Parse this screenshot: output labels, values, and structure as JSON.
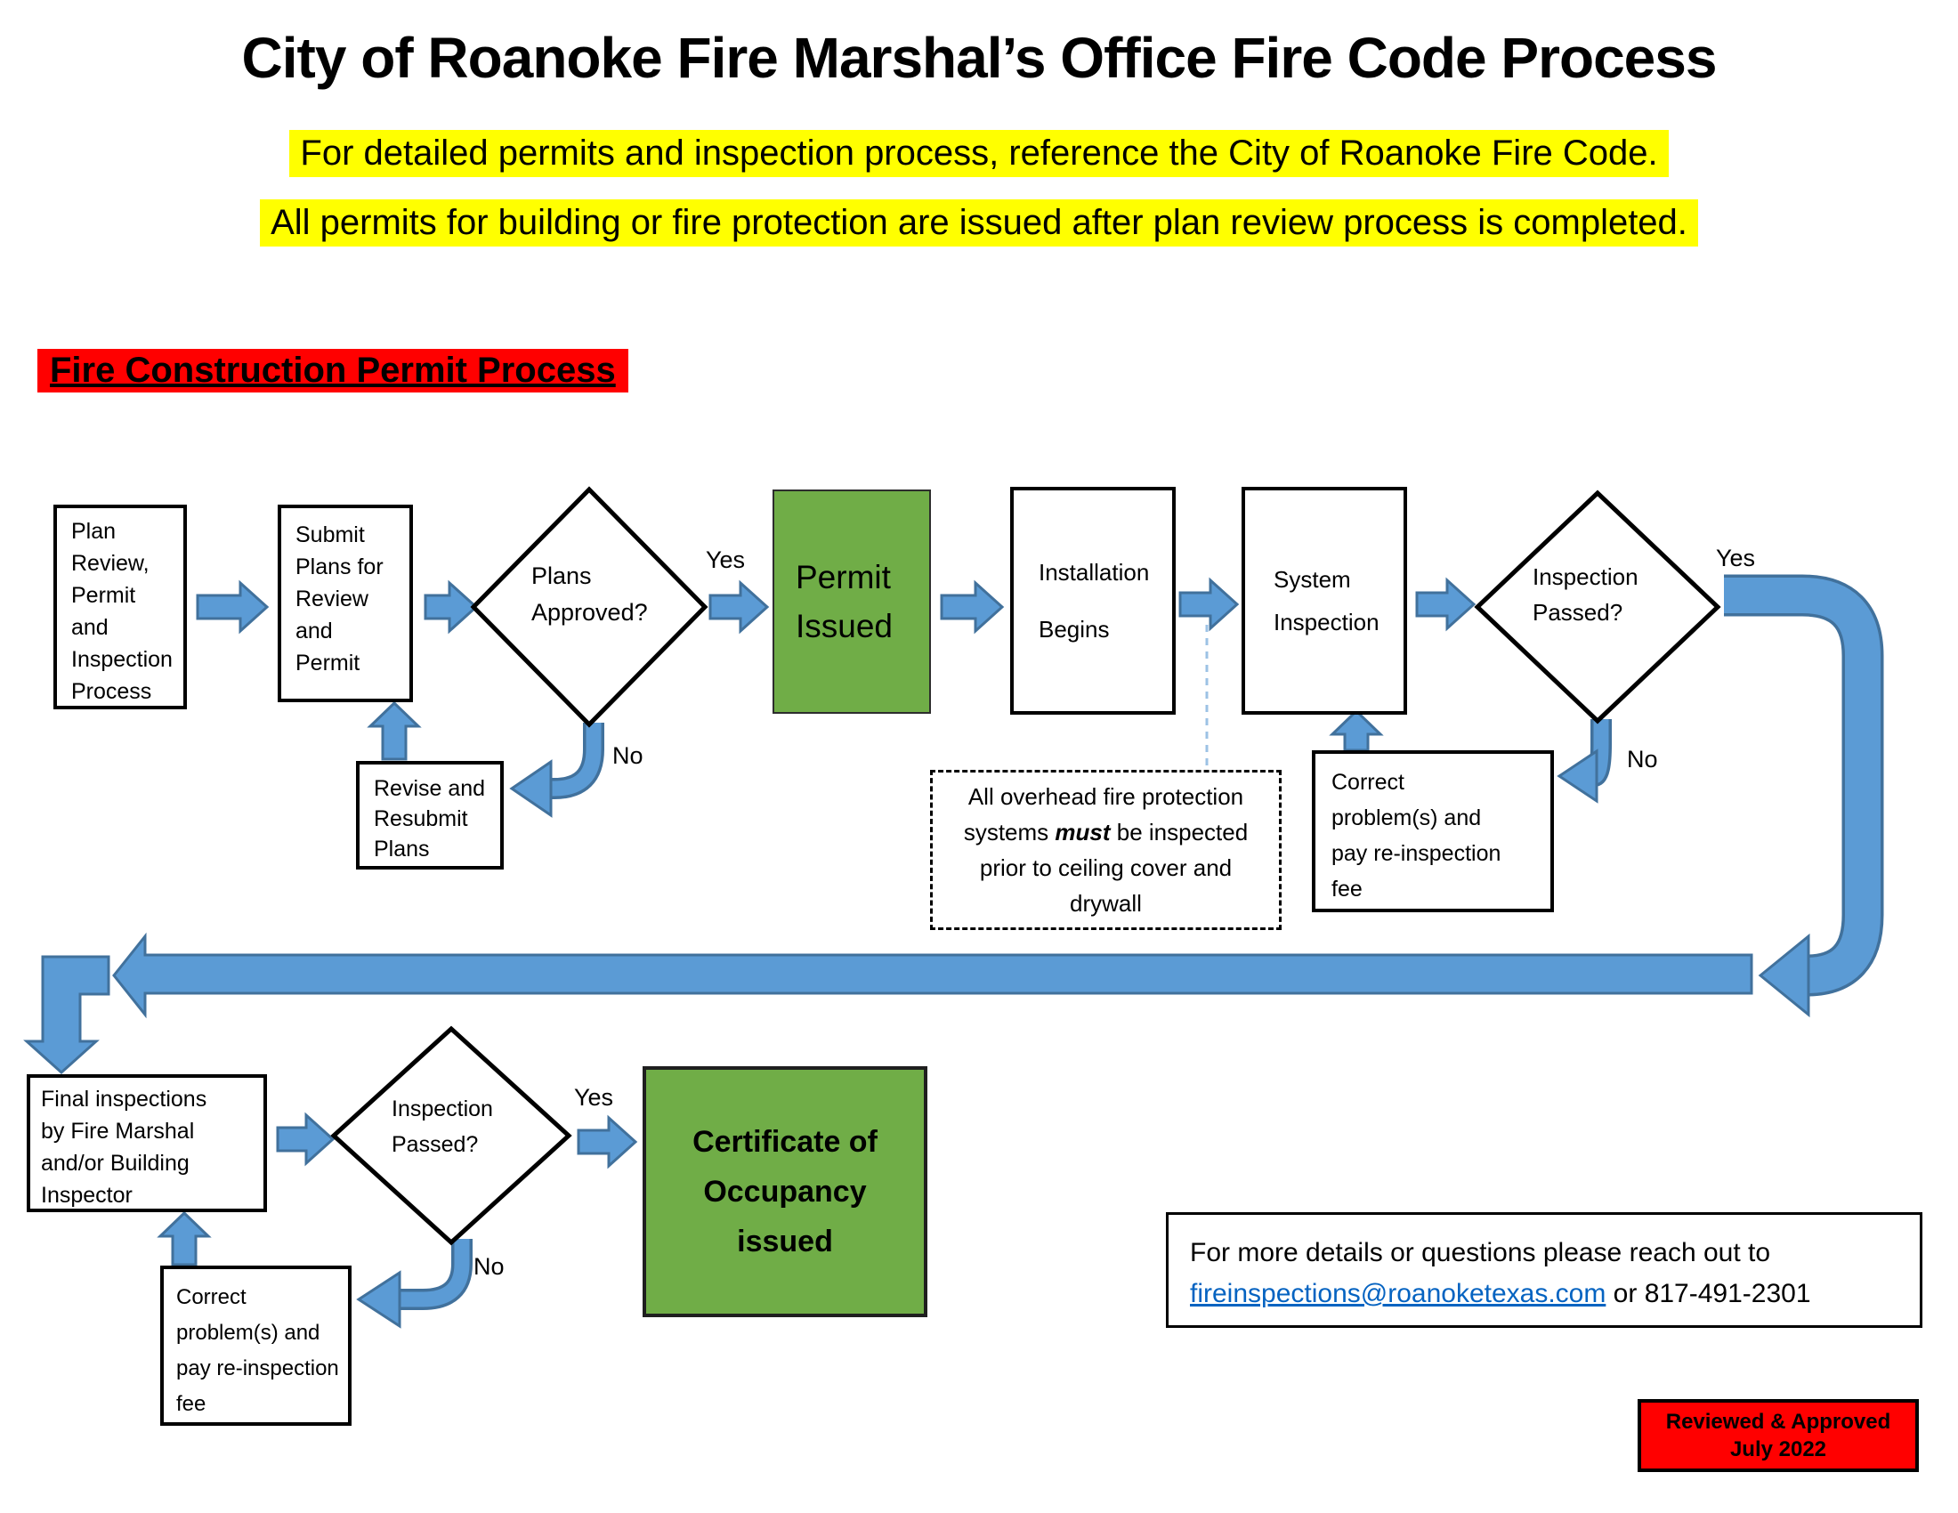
{
  "page": {
    "title": "City of Roanoke Fire Marshal’s Office Fire Code Process",
    "subtitle1": "For detailed permits and inspection process, reference the City of Roanoke Fire Code.",
    "subtitle2": "All permits for building or fire protection are issued after plan review process is completed.",
    "section_heading": "Fire Construction Permit Process"
  },
  "colors": {
    "highlight_yellow": "#FFFF00",
    "heading_red": "#FF0000",
    "node_green": "#70AD47",
    "arrow_blue": "#5B9BD5",
    "arrow_outline": "#41719C",
    "link_blue": "#0563C1"
  },
  "flow": {
    "plan_review": "Plan\nReview,\nPermit\nand\nInspection\nProcess",
    "submit_plans": "Submit\nPlans for\nReview\nand\nPermit",
    "plans_approved": "Plans\nApproved?",
    "permit_issued": "Permit\nIssued",
    "installation_line1": "Installation",
    "installation_line2": "Begins",
    "system_line1": "System",
    "system_line2": "Inspection",
    "inspection_passed": "Inspection\nPassed?",
    "revise": "Revise and\nResubmit\nPlans",
    "correct_top": "Correct\nproblem(s) and\npay re-inspection\nfee",
    "final_inspections": "Final inspections\nby Fire Marshal\nand/or Building\nInspector",
    "inspection_passed2": "Inspection\nPassed?",
    "certificate": "Certificate of\nOccupancy\nissued",
    "correct_bottom": "Correct\nproblem(s) and\npay re-inspection\nfee"
  },
  "labels": {
    "yes_plans": "Yes",
    "no_plans": "No",
    "yes_system": "Yes",
    "no_system": "No",
    "yes_final": "Yes",
    "no_final": "No"
  },
  "note": {
    "line1": "All overhead fire protection",
    "line2_pre": "systems ",
    "line2_bold": "must",
    "line2_post": " be inspected",
    "line3": "prior to ceiling cover and",
    "line4": "drywall"
  },
  "contact": {
    "line1": "For more details or questions please reach out to",
    "email": "fireinspections@roanoketexas.com",
    "rest": " or 817-491-2301"
  },
  "approved": {
    "text": "Reviewed & Approved\nJuly 2022"
  }
}
